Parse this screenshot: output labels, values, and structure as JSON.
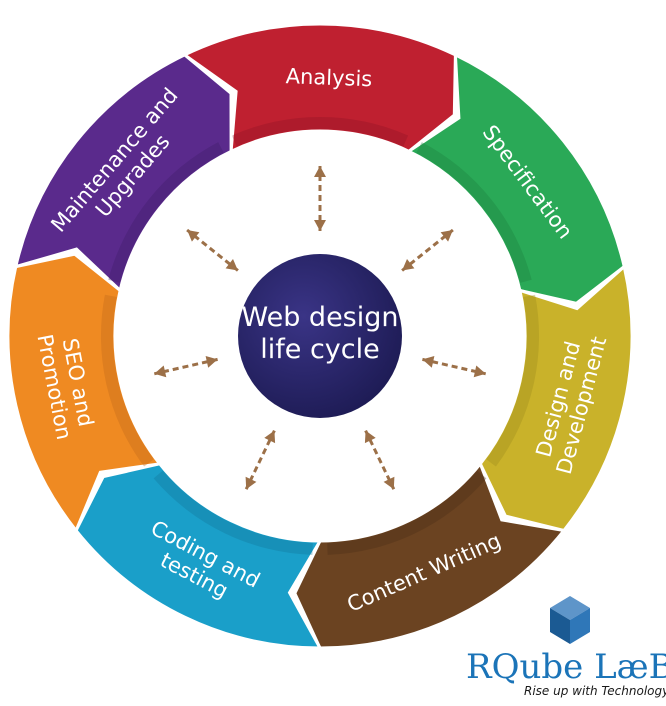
{
  "center": {
    "line1": "Web design",
    "line2": "life cycle",
    "color": "#262262"
  },
  "segments": [
    {
      "label": [
        "Analysis"
      ],
      "color": "#bf2030",
      "dark": "#8f1524"
    },
    {
      "label": [
        "Specification"
      ],
      "color": "#2aa957",
      "dark": "#1d7d3f"
    },
    {
      "label": [
        "Design and",
        "Development"
      ],
      "color": "#c9b22a",
      "dark": "#9c8a1c"
    },
    {
      "label": [
        "Content Writing"
      ],
      "color": "#6b4321",
      "dark": "#4a2e16"
    },
    {
      "label": [
        "Coding and",
        "testing"
      ],
      "color": "#1a9fc9",
      "dark": "#137699"
    },
    {
      "label": [
        "SEO and",
        "Promotion"
      ],
      "color": "#ef8a22",
      "dark": "#c0661a"
    },
    {
      "label": [
        "Maintenance and",
        "Upgrades"
      ],
      "color": "#5a2a8c",
      "dark": "#3f1d66"
    }
  ],
  "arrow_color": "#9c7048",
  "logo": {
    "name": "RQube LæB",
    "tagline": "Rise up with Technology",
    "color": "#1b74b8"
  }
}
